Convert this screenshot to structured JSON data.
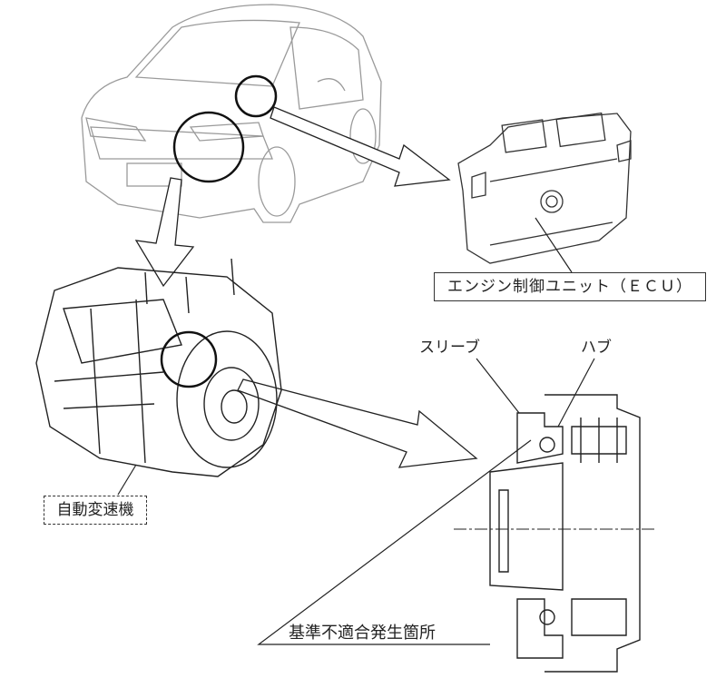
{
  "labels": {
    "ecu": "エンジン制御ユニット（ＥＣＵ）",
    "sleeve": "スリーブ",
    "hub": "ハブ",
    "transmission": "自動変速機",
    "defect_location": "基準不適合発生箇所"
  },
  "colors": {
    "line": "#222222",
    "light_line": "#999999"
  }
}
